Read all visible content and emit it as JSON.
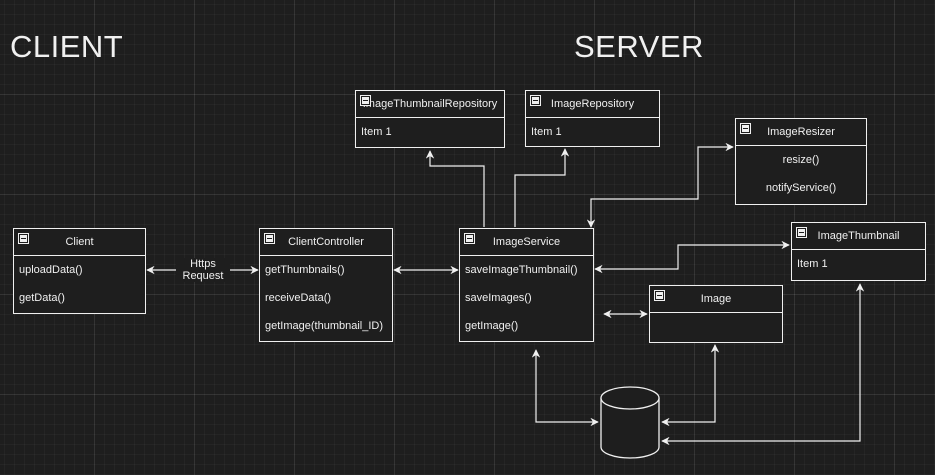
{
  "sections": {
    "client": "CLIENT",
    "server": "SERVER"
  },
  "classes": {
    "client": {
      "title": "Client",
      "items": [
        "uploadData()",
        "getData()"
      ]
    },
    "client_controller": {
      "title": "ClientController",
      "items": [
        "getThumbnails()",
        "receiveData()",
        "getImage(thumbnail_ID)"
      ]
    },
    "image_service": {
      "title": "ImageService",
      "items": [
        "saveImageThumbnail()",
        "saveImages()",
        "getImage()"
      ]
    },
    "image_thumbnail_repository": {
      "title": "ImageThumbnailRepository",
      "items": [
        "Item 1"
      ]
    },
    "image_repository": {
      "title": "ImageRepository",
      "items": [
        "Item 1"
      ]
    },
    "image_resizer": {
      "title": "ImageResizer",
      "items": [
        "resize()",
        "notifyService()"
      ]
    },
    "image_thumbnail": {
      "title": "ImageThumbnail",
      "items": [
        "Item 1"
      ]
    },
    "image": {
      "title": "Image",
      "items": []
    }
  },
  "edge_labels": {
    "https_request": [
      "Https",
      "Request"
    ]
  },
  "colors": {
    "background": "#1e1e1e",
    "stroke": "#f0f0f0",
    "grid": "#2c2c2c"
  }
}
